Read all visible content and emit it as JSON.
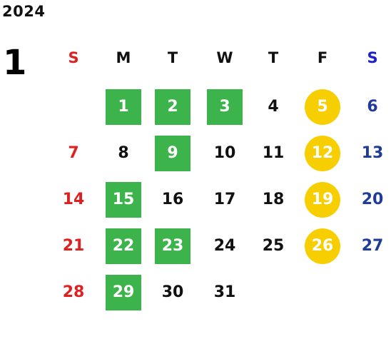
{
  "year": "2024",
  "month": "1",
  "colors": {
    "sunday": "#e02020",
    "saturday": "#1f3c9a",
    "weekday": "#111111",
    "green_highlight": "#3cb44b",
    "yellow_highlight": "#f7cf00",
    "highlight_text": "#ffffff"
  },
  "weekdays": [
    {
      "label": "S",
      "color": "#e02020"
    },
    {
      "label": "M",
      "color": "#111111"
    },
    {
      "label": "T",
      "color": "#111111"
    },
    {
      "label": "W",
      "color": "#111111"
    },
    {
      "label": "T",
      "color": "#111111"
    },
    {
      "label": "F",
      "color": "#111111"
    },
    {
      "label": "S",
      "color": "#1e22c8"
    }
  ],
  "first_day_column": 1,
  "days_in_month": 31,
  "highlights": {
    "green_square": [
      1,
      2,
      3,
      9,
      15,
      22,
      23,
      29
    ],
    "yellow_circle": [
      5,
      12,
      19,
      26
    ]
  }
}
